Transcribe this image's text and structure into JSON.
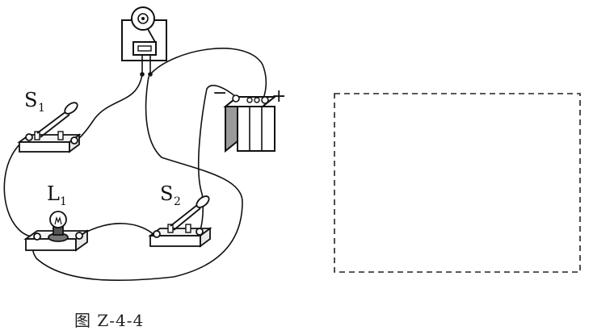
{
  "labels": {
    "switch1": {
      "main": "S",
      "sub": "1"
    },
    "switch2": {
      "main": "S",
      "sub": "2"
    },
    "lamp1": {
      "main": "L",
      "sub": "1"
    },
    "battery_minus": "−",
    "battery_plus": "+"
  },
  "caption": "图 Z-4-4",
  "colors": {
    "ink": "#111111",
    "battery_shade": "#9a9a9a",
    "board": "#f4f4f4"
  },
  "icons": {
    "bell": "electric-bell-icon",
    "battery": "battery-icon",
    "switch": "knife-switch-icon",
    "lamp": "light-bulb-icon"
  }
}
